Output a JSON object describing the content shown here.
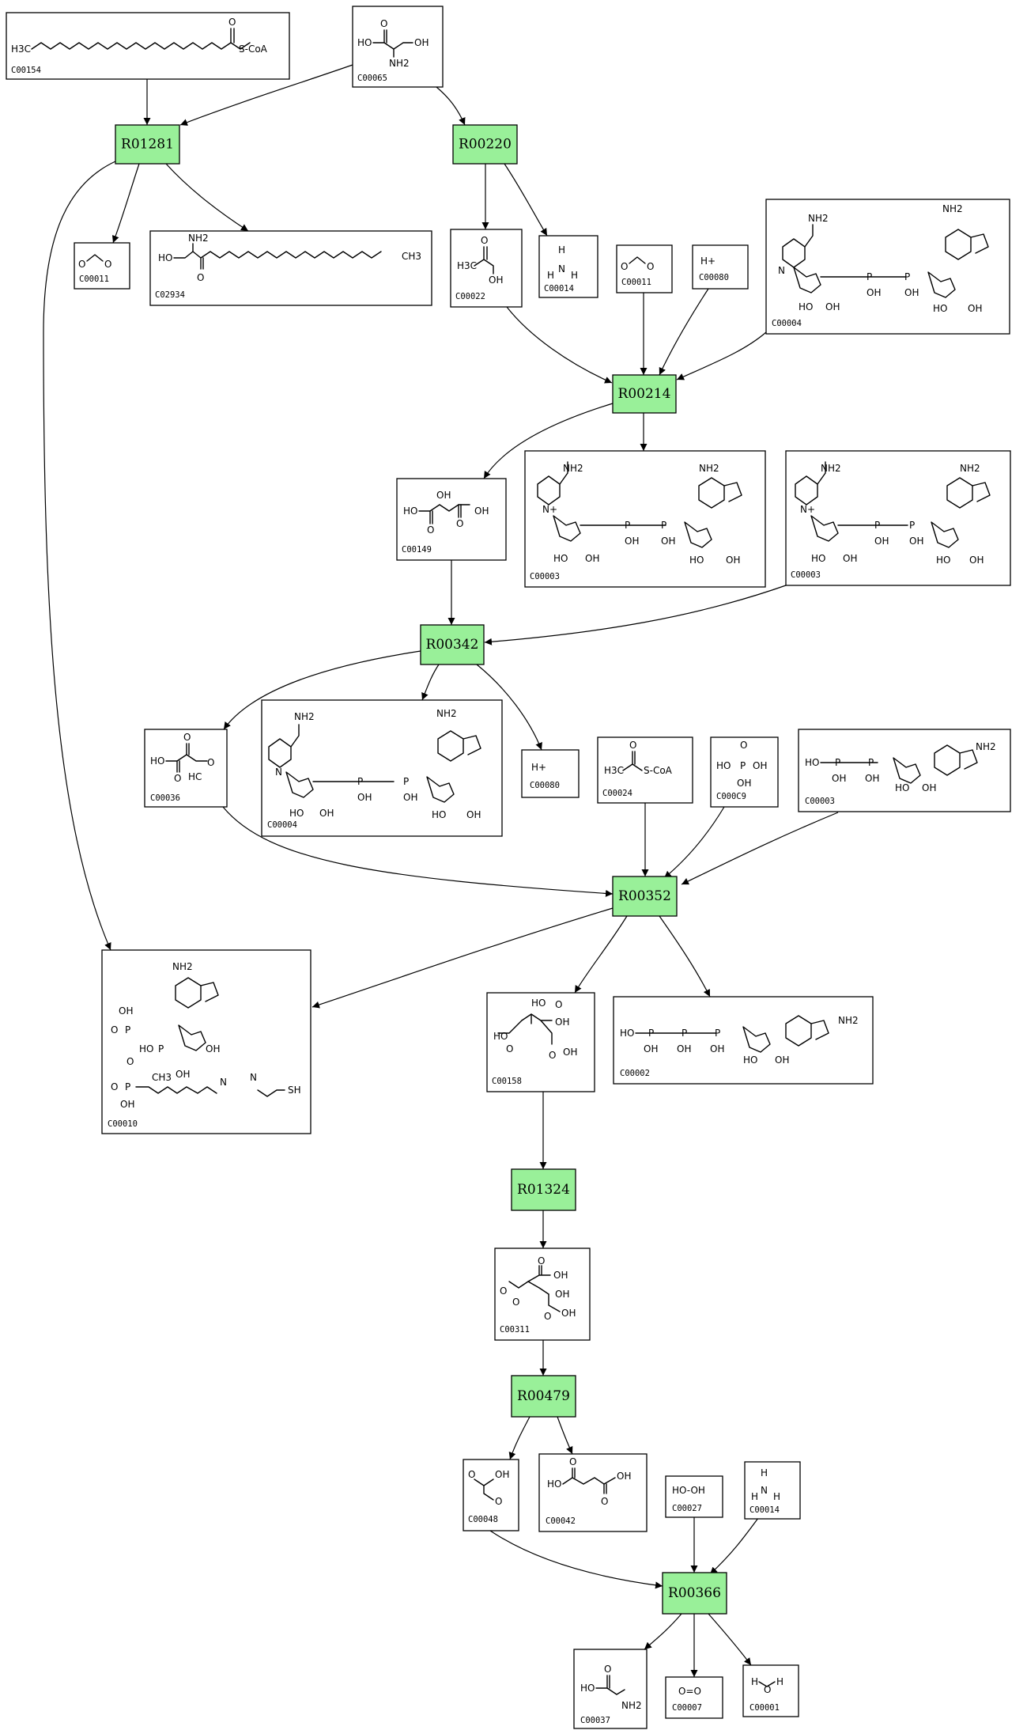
{
  "colors": {
    "reaction_fill": "#99f099",
    "stroke": "#000000",
    "background": "#ffffff"
  },
  "reactions": {
    "r1": "R01281",
    "r2": "R00220",
    "r3": "R00214",
    "r4": "R00342",
    "r5": "R00352",
    "r6": "R01324",
    "r7": "R00479",
    "r8": "R00366"
  },
  "compounds": {
    "c00154": "C00154",
    "c00065": "C00065",
    "c00011_a": "C00011",
    "c02934": "C02934",
    "c00022": "C00022",
    "c00014_a": "C00014",
    "c00011_b": "C00011",
    "c00080_a": "C00080",
    "c00004_a": "C00004",
    "c00149": "C00149",
    "c00003_a": "C00003",
    "c00003_b": "C00003",
    "c00036": "C00036",
    "c00004_b": "C00004",
    "c00080_b": "C00080",
    "c00024": "C00024",
    "c00009": "C000C9",
    "c00003_c": "C00003",
    "c00010": "C00010",
    "c00158": "C00158",
    "c00002": "C00002",
    "c00311": "C00311",
    "c00048": "C00048",
    "c00042": "C00042",
    "c00027": "C00027",
    "c00014_b": "C00014",
    "c00037": "C00037",
    "c00007": "C00007",
    "c00001": "C00001"
  },
  "atoms": {
    "h3c": "H3C",
    "scoa": "S-CoA",
    "ho": "HO",
    "oh": "OH",
    "nh2": "NH2",
    "o": "O",
    "hplus": "H+",
    "n": "N",
    "h": "H",
    "p": "P",
    "ch3": "CH3",
    "hooh": "HO-OH",
    "oo": "O=O",
    "sh": "SH",
    "hc": "HC",
    "nplus": "N+"
  }
}
